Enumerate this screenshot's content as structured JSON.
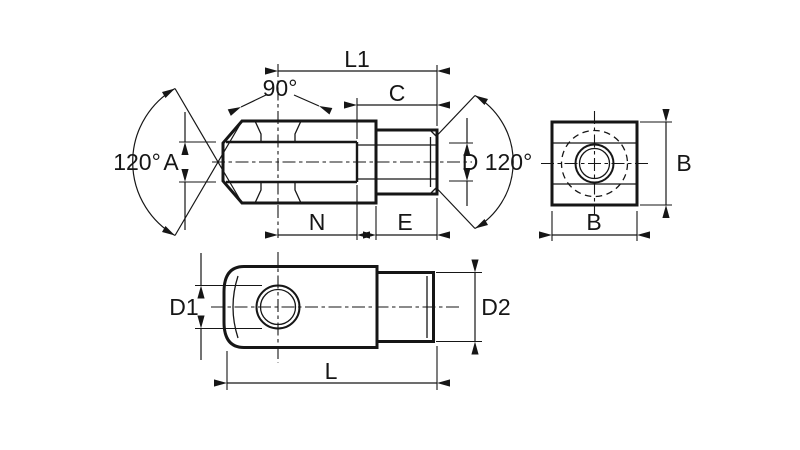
{
  "drawing": {
    "type": "technical-drawing",
    "subject": "clevis fork joint with threaded bore, three orthographic views",
    "background_color": "#ffffff",
    "ink_color": "#161616",
    "views": {
      "side": {
        "labels": {
          "total_to_hole_length": "L1",
          "thread_length": "C",
          "countersink_angle": "90°",
          "left_chamfer_angle": "120°",
          "slot_width": "A",
          "thread_dia_and_angle": "D 120°",
          "hole_to_slot_end": "N",
          "sleeve_length": "E"
        }
      },
      "end": {
        "labels": {
          "width_right": "B",
          "width_bottom": "B"
        }
      },
      "bottom": {
        "labels": {
          "pin_hole_dia": "D1",
          "sleeve_dia": "D2",
          "overall_length": "L"
        }
      }
    }
  }
}
